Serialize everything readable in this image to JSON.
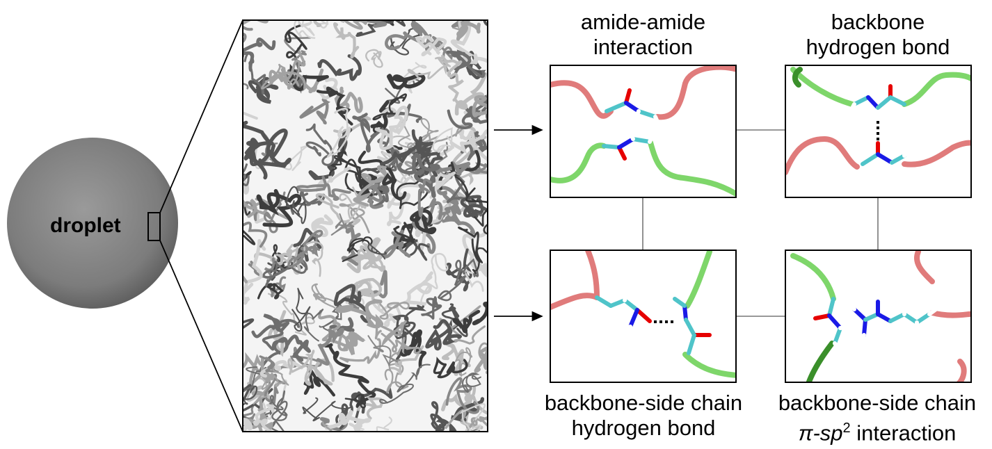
{
  "droplet": {
    "label": "droplet"
  },
  "panels": [
    {
      "id": "amide-amide",
      "line1": "amide-amide",
      "line2": "interaction"
    },
    {
      "id": "backbone-hbond",
      "line1": "backbone",
      "line2": "hydrogen bond"
    },
    {
      "id": "bb-sc-hbond",
      "line1": "backbone-side chain",
      "line2": "hydrogen bond"
    },
    {
      "id": "bb-sc-pi",
      "line1": "backbone-side chain",
      "line2_pi": "π",
      "line2_sp": "-sp",
      "line2_sup": "2",
      "line2_rest": " interaction"
    }
  ],
  "colors": {
    "salmon": "#e07b7b",
    "green": "#7ed66a",
    "carbon": "#4fc4c9",
    "nitrogen": "#1a1ae6",
    "oxygen": "#e60000",
    "hydrogen": "#ffffff",
    "gray_fiber": "#7a7a7a"
  }
}
